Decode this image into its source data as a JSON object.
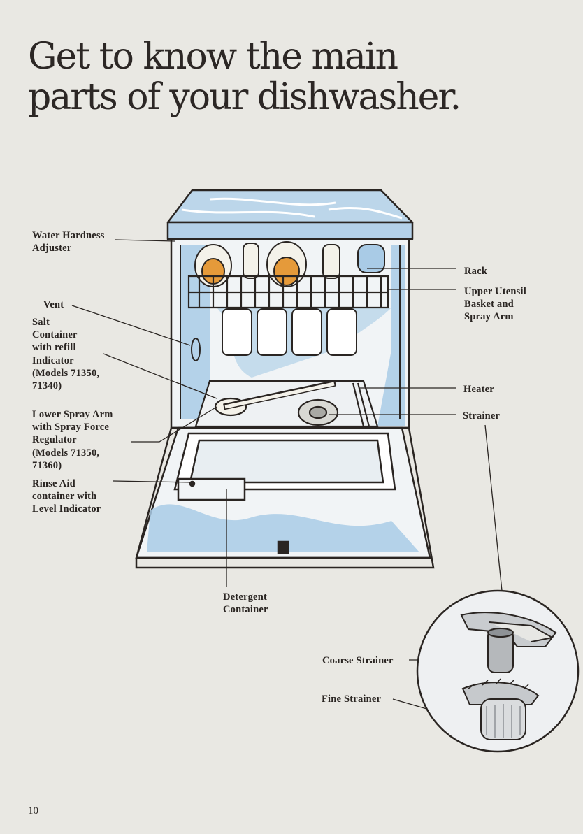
{
  "page": {
    "title_line1": "Get to know the main",
    "title_line2": "parts of your dishwasher.",
    "page_number": "10"
  },
  "labels": {
    "water_hardness": [
      "Water Hardness",
      "Adjuster"
    ],
    "vent": [
      "Vent"
    ],
    "salt": [
      "Salt",
      "Container",
      "with refill",
      "Indicator",
      "(Models 71350,",
      "71340)"
    ],
    "lower_spray": [
      "Lower Spray Arm",
      "with Spray Force",
      "Regulator",
      "(Models 71350,",
      "71360)"
    ],
    "rinse_aid": [
      "Rinse Aid",
      "container with",
      "Level Indicator"
    ],
    "rack": [
      "Rack"
    ],
    "upper_basket": [
      "Upper Utensil",
      "Basket and",
      "Spray Arm"
    ],
    "heater": [
      "Heater"
    ],
    "strainer": [
      "Strainer"
    ],
    "detergent": [
      "Detergent",
      "Container"
    ],
    "coarse_strainer": [
      "Coarse Strainer"
    ],
    "fine_strainer": [
      "Fine Strainer"
    ]
  },
  "colors": {
    "ink": "#2a2522",
    "paper": "#e9e8e3",
    "blue_wash": "#a9cbe6",
    "orange": "#e59a3a"
  }
}
